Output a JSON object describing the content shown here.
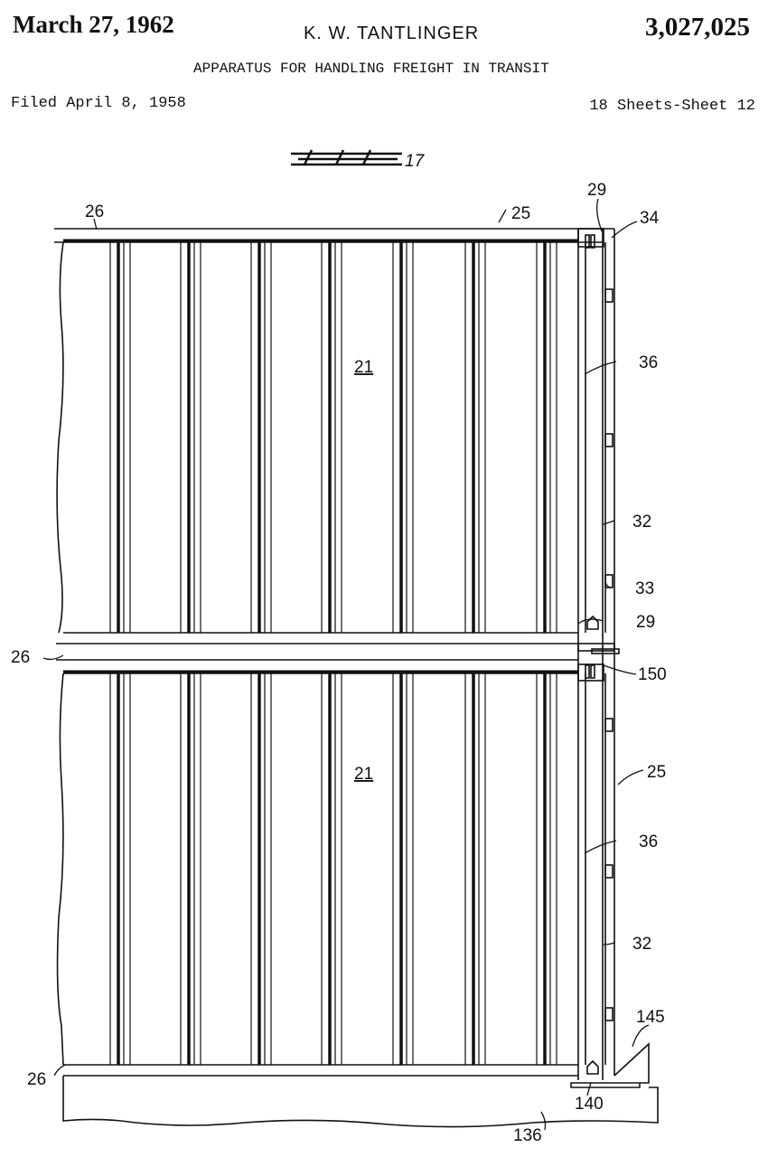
{
  "header": {
    "date": "March 27, 1962",
    "inventor": "K. W. TANTLINGER",
    "patent_number": "3,027,025",
    "title": "APPARATUS FOR HANDLING FREIGHT IN TRANSIT",
    "filed": "Filed April 8, 1958",
    "sheets": "18 Sheets-Sheet 12"
  },
  "figure": {
    "label": "17",
    "reference_numerals": {
      "r26a": "26",
      "r25a": "25",
      "r29a": "29",
      "r34": "34",
      "r21a": "21",
      "r36a": "36",
      "r32a": "32",
      "r33": "33",
      "r29b": "29",
      "r26b": "26",
      "r150": "150",
      "r21b": "21",
      "r25b": "25",
      "r36b": "36",
      "r32b": "32",
      "r145": "145",
      "r26c": "26",
      "r140": "140",
      "r136": "136"
    }
  }
}
